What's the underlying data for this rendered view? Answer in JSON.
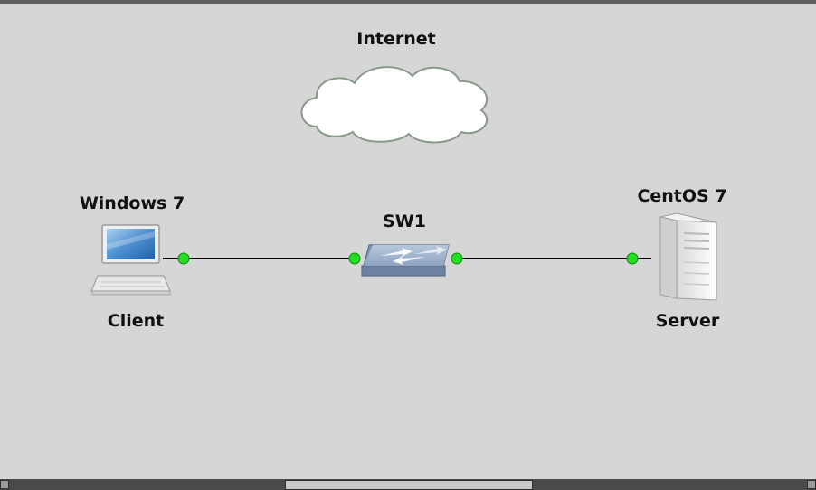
{
  "nodes": {
    "internet": {
      "label": "Internet"
    },
    "client": {
      "title": "Windows 7",
      "role": "Client"
    },
    "switch": {
      "label": "SW1"
    },
    "server": {
      "title": "CentOS 7",
      "role": "Server"
    }
  },
  "links": [
    {
      "from": "Windows 7",
      "to": "SW1",
      "status": "up"
    },
    {
      "from": "SW1",
      "to": "CentOS 7",
      "status": "up"
    }
  ],
  "colors": {
    "canvas": "#d6d6d6",
    "link": "#000000",
    "port_up": "#22dd22",
    "cloud_outline": "#889988"
  },
  "icons": {
    "internet": "cloud-icon",
    "client": "laptop-icon",
    "switch": "switch-icon",
    "server": "server-icon"
  }
}
